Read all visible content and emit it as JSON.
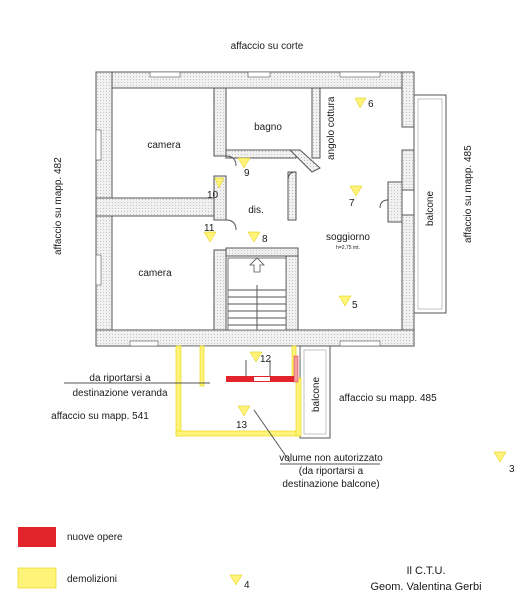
{
  "labels": {
    "top": "affaccio su corte",
    "left": "affaccio su mapp. 482",
    "right": "affaccio su mapp. 485",
    "bottom_right": "affaccio su mapp. 485",
    "bottom_left": "affaccio su mapp. 541",
    "veranda_1": "da riportarsi a",
    "veranda_2": "destinazione veranda",
    "volume_1": "volume non autorizzato",
    "volume_2": "(da riportarsi a",
    "volume_3": "destinazione balcone)"
  },
  "rooms": {
    "camera_top": "camera",
    "bagno": "bagno",
    "angolo_cottura": "angolo cottura",
    "dis": "dis.",
    "soggiorno": "soggiorno",
    "soggiorno_h": "h=2,75 mt.",
    "camera_bottom": "camera",
    "balcone_right": "balcone",
    "balcone_bottom": "balcone"
  },
  "viewpoints": {
    "v3": "3",
    "v4": "4",
    "v5": "5",
    "v6": "6",
    "v7": "7",
    "v8": "8",
    "v9": "9",
    "v10": "10",
    "v11": "11",
    "v12": "12",
    "v13": "13"
  },
  "legend": {
    "red_label": "nuove opere",
    "red_color": "#e3242b",
    "yellow_label": "demolizioni",
    "yellow_color": "#fff37a"
  },
  "signature": {
    "line1": "Il C.T.U.",
    "line2": "Geom. Valentina Gerbi"
  }
}
